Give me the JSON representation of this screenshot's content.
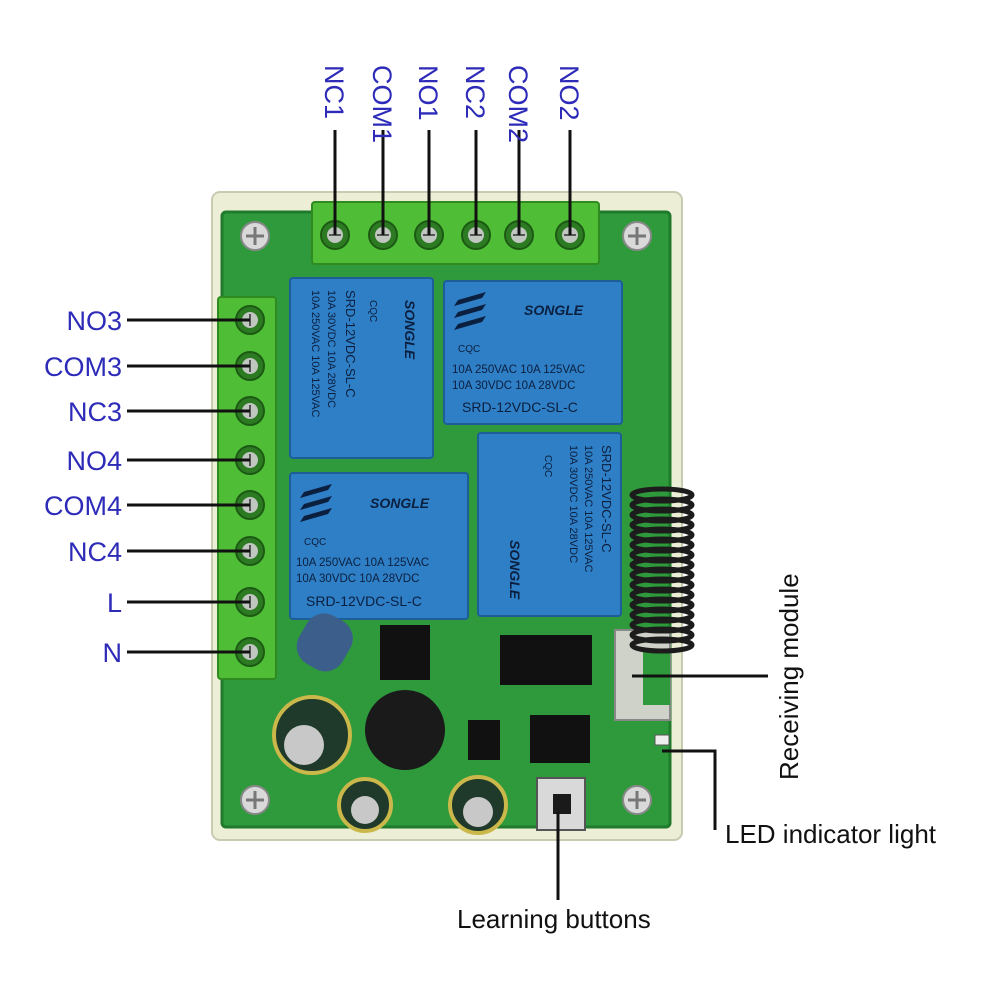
{
  "colors": {
    "board": "#2f9a3c",
    "board_dark": "#1f7a2c",
    "enclosure": "#eceed6",
    "terminal": "#4fbd36",
    "relay": "#2f7fc6",
    "relay_text": "#0b1f3f",
    "label_blue": "#2d2bb8",
    "callout_black": "#111111"
  },
  "top_terminals": [
    "NC1",
    "COM1",
    "NO1",
    "NC2",
    "COM2",
    "NO2"
  ],
  "left_terminals": [
    "NO3",
    "COM3",
    "NC3",
    "NO4",
    "COM4",
    "NC4",
    "L",
    "N"
  ],
  "relays": [
    {
      "brand": "SONGLE",
      "cert": "CQC",
      "rating_line_1": "10A 250VAC 10A 125VAC",
      "rating_line_2": "10A 30VDC 10A 28VDC",
      "model": "SRD-12VDC-SL-C"
    },
    {
      "brand": "SONGLE",
      "cert": "CQC",
      "rating_line_1": "10A 250VAC 10A 125VAC",
      "rating_line_2": "10A 30VDC 10A 28VDC",
      "model": "SRD-12VDC-SL-C"
    },
    {
      "brand": "SONGLE",
      "cert": "CQC",
      "rating_line_1": "10A 250VAC 10A 125VAC",
      "rating_line_2": "10A 30VDC 10A 28VDC",
      "model": "SRD-12VDC-SL-C"
    },
    {
      "brand": "SONGLE",
      "cert": "CQC",
      "rating_line_1": "10A 250VAC 10A 125VAC",
      "rating_line_2": "10A 30VDC 10A 28VDC",
      "model": "SRD-12VDC-SL-C"
    }
  ],
  "callouts": {
    "receiving_module": "Receiving module",
    "led_indicator": "LED indicator light",
    "learning_buttons": "Learning buttons"
  },
  "icons": [
    "screw-icon",
    "terminal-screw-icon",
    "antenna-coil-icon",
    "push-button-icon",
    "capacitor-icon"
  ]
}
